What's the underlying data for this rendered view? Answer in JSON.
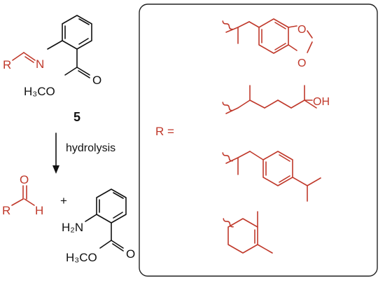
{
  "colors": {
    "product": "#c0392b",
    "ink": "#111111",
    "box_border": "#222222"
  },
  "imine": {
    "r": "R",
    "n": "N",
    "ester": "H₃CO",
    "carbonyl_o": "O",
    "compound_number": "5"
  },
  "arrow": {
    "label": "hydrolysis"
  },
  "products": {
    "aldehyde_r": "R",
    "aldehyde_h": "H",
    "aldehyde_o": "O",
    "plus": "+",
    "amine": "H₂N",
    "ester": "H₃CO",
    "carbonyl_o": "O"
  },
  "substituents": {
    "r_equals": "R =",
    "items": [
      {
        "name": "benzodioxole",
        "atoms": [
          "O",
          "O"
        ]
      },
      {
        "name": "hydroxy-chain",
        "atoms": [
          "OH"
        ]
      },
      {
        "name": "isopropylphenyl",
        "atoms": []
      },
      {
        "name": "cyclohexenyl",
        "atoms": []
      }
    ]
  }
}
